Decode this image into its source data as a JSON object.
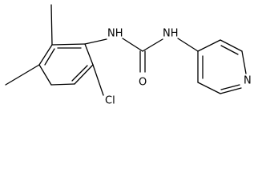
{
  "structure": {
    "atoms": {
      "nh_left": "NH",
      "nh_right": "NH",
      "carbonyl_o": "O",
      "chloro": "Cl",
      "pyridine_n": "N"
    }
  }
}
